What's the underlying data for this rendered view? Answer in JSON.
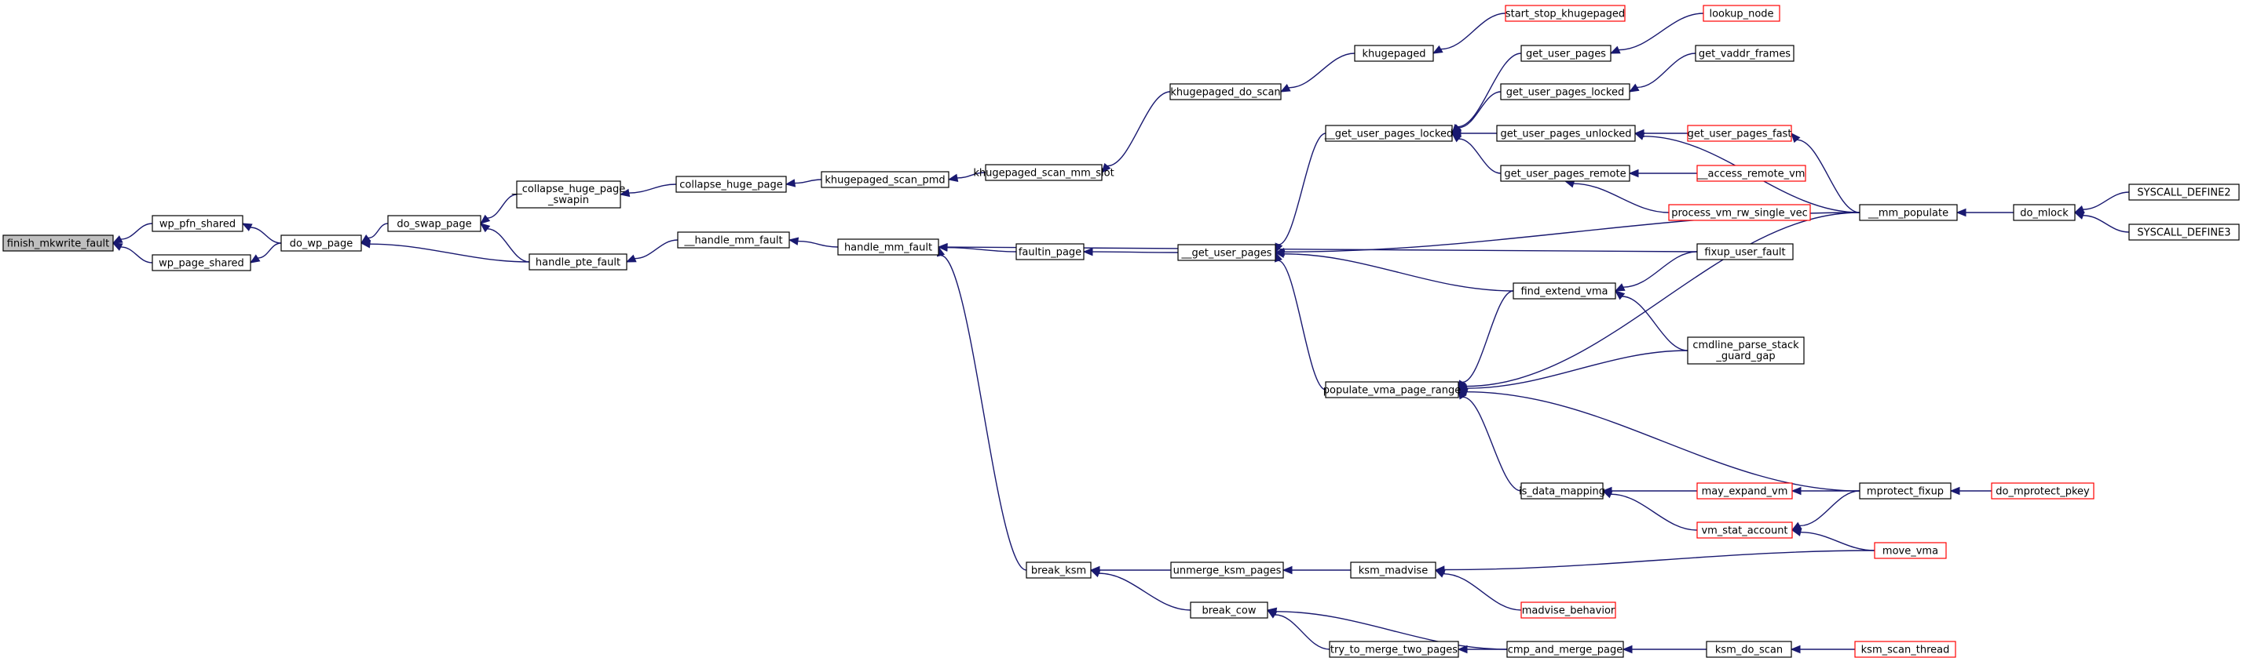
{
  "colors": {
    "edge": "#191970",
    "node_border": "#000000",
    "truncated_border": "#ff0000",
    "root_fill": "#bfbfbf"
  },
  "nodes": [
    {
      "id": "n0",
      "label": "finish_mkwrite_fault",
      "root": true
    },
    {
      "id": "n1",
      "label": "wp_pfn_shared"
    },
    {
      "id": "n2",
      "label": "wp_page_shared"
    },
    {
      "id": "n3",
      "label": "do_wp_page"
    },
    {
      "id": "n4",
      "label": "do_swap_page"
    },
    {
      "id": "n5",
      "label": "handle_pte_fault"
    },
    {
      "id": "n6",
      "lines": [
        "__collapse_huge_page",
        "_swapin"
      ]
    },
    {
      "id": "n7",
      "label": "collapse_huge_page"
    },
    {
      "id": "n8",
      "label": "khugepaged_scan_pmd"
    },
    {
      "id": "n9",
      "label": "khugepaged_scan_mm_slot"
    },
    {
      "id": "n10",
      "label": "khugepaged_do_scan"
    },
    {
      "id": "n11",
      "label": "khugepaged"
    },
    {
      "id": "n12",
      "label": "start_stop_khugepaged",
      "red": true
    },
    {
      "id": "n13",
      "label": "__handle_mm_fault"
    },
    {
      "id": "n14",
      "label": "handle_mm_fault"
    },
    {
      "id": "n15",
      "label": "faultin_page"
    },
    {
      "id": "n16",
      "label": "__get_user_pages"
    },
    {
      "id": "n17",
      "label": "__get_user_pages_locked"
    },
    {
      "id": "n18",
      "label": "get_user_pages"
    },
    {
      "id": "n19",
      "label": "lookup_node",
      "red": true
    },
    {
      "id": "n20",
      "label": "get_user_pages_locked"
    },
    {
      "id": "n21",
      "label": "get_vaddr_frames"
    },
    {
      "id": "n22",
      "label": "get_user_pages_unlocked"
    },
    {
      "id": "n23",
      "label": "get_user_pages_fast",
      "red": true
    },
    {
      "id": "n24",
      "label": "get_user_pages_remote"
    },
    {
      "id": "n25",
      "label": "__access_remote_vm",
      "red": true
    },
    {
      "id": "n26",
      "label": "process_vm_rw_single_vec",
      "red": true
    },
    {
      "id": "n27",
      "label": "__mm_populate"
    },
    {
      "id": "n28",
      "label": "do_mlock"
    },
    {
      "id": "n29",
      "label": "SYSCALL_DEFINE2"
    },
    {
      "id": "n30",
      "label": "SYSCALL_DEFINE3"
    },
    {
      "id": "n31",
      "label": "fixup_user_fault"
    },
    {
      "id": "n32",
      "label": "find_extend_vma"
    },
    {
      "id": "n33",
      "lines": [
        "cmdline_parse_stack",
        "_guard_gap"
      ]
    },
    {
      "id": "n34",
      "label": "populate_vma_page_range"
    },
    {
      "id": "n35",
      "label": "is_data_mapping"
    },
    {
      "id": "n36",
      "label": "may_expand_vm",
      "red": true
    },
    {
      "id": "n37",
      "label": "vm_stat_account",
      "red": true
    },
    {
      "id": "n38",
      "label": "mprotect_fixup"
    },
    {
      "id": "n39",
      "label": "do_mprotect_pkey",
      "red": true
    },
    {
      "id": "n40",
      "label": "move_vma",
      "red": true
    },
    {
      "id": "n41",
      "label": "break_ksm"
    },
    {
      "id": "n42",
      "label": "unmerge_ksm_pages"
    },
    {
      "id": "n43",
      "label": "ksm_madvise"
    },
    {
      "id": "n44",
      "label": "madvise_behavior",
      "red": true
    },
    {
      "id": "n45",
      "label": "break_cow"
    },
    {
      "id": "n46",
      "label": "try_to_merge_two_pages"
    },
    {
      "id": "n47",
      "label": "cmp_and_merge_page"
    },
    {
      "id": "n48",
      "label": "ksm_do_scan"
    },
    {
      "id": "n49",
      "label": "ksm_scan_thread",
      "red": true
    }
  ],
  "edges": [
    [
      "n1",
      "n0"
    ],
    [
      "n2",
      "n0"
    ],
    [
      "n3",
      "n1"
    ],
    [
      "n3",
      "n2"
    ],
    [
      "n4",
      "n3"
    ],
    [
      "n5",
      "n3"
    ],
    [
      "n6",
      "n4"
    ],
    [
      "n5",
      "n4"
    ],
    [
      "n7",
      "n6"
    ],
    [
      "n8",
      "n7"
    ],
    [
      "n9",
      "n8"
    ],
    [
      "n10",
      "n9"
    ],
    [
      "n11",
      "n10"
    ],
    [
      "n12",
      "n11"
    ],
    [
      "n13",
      "n5"
    ],
    [
      "n14",
      "n13"
    ],
    [
      "n15",
      "n14"
    ],
    [
      "n31",
      "n14"
    ],
    [
      "n41",
      "n14"
    ],
    [
      "n16",
      "n15"
    ],
    [
      "n17",
      "n16"
    ],
    [
      "n27",
      "n16"
    ],
    [
      "n32",
      "n16"
    ],
    [
      "n34",
      "n16"
    ],
    [
      "n18",
      "n17"
    ],
    [
      "n20",
      "n17"
    ],
    [
      "n22",
      "n17"
    ],
    [
      "n24",
      "n17"
    ],
    [
      "n19",
      "n18"
    ],
    [
      "n21",
      "n20"
    ],
    [
      "n23",
      "n22"
    ],
    [
      "n27",
      "n22"
    ],
    [
      "n27",
      "n23"
    ],
    [
      "n25",
      "n24"
    ],
    [
      "n26",
      "n24"
    ],
    [
      "n28",
      "n27"
    ],
    [
      "n29",
      "n28"
    ],
    [
      "n30",
      "n28"
    ],
    [
      "n31",
      "n32"
    ],
    [
      "n33",
      "n32"
    ],
    [
      "n32",
      "n34"
    ],
    [
      "n33",
      "n34"
    ],
    [
      "n27",
      "n34"
    ],
    [
      "n35",
      "n34"
    ],
    [
      "n38",
      "n34"
    ],
    [
      "n36",
      "n35"
    ],
    [
      "n37",
      "n35"
    ],
    [
      "n38",
      "n36"
    ],
    [
      "n38",
      "n37"
    ],
    [
      "n40",
      "n37"
    ],
    [
      "n39",
      "n38"
    ],
    [
      "n42",
      "n41"
    ],
    [
      "n45",
      "n41"
    ],
    [
      "n43",
      "n42"
    ],
    [
      "n40",
      "n43"
    ],
    [
      "n44",
      "n43"
    ],
    [
      "n46",
      "n45"
    ],
    [
      "n47",
      "n45"
    ],
    [
      "n47",
      "n46"
    ],
    [
      "n48",
      "n47"
    ],
    [
      "n49",
      "n48"
    ]
  ]
}
